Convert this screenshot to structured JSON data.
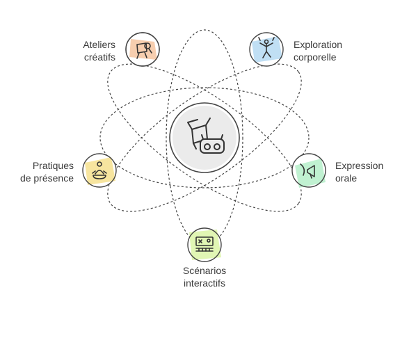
{
  "diagram": {
    "center": {
      "icon": "box-and-vr-headset-icon"
    },
    "nodes": [
      {
        "id": "ateliers",
        "label": "Ateliers\ncréatifs",
        "icon": "palette-easel-icon",
        "color": "#f6c9a6"
      },
      {
        "id": "exploration",
        "label": "Exploration\ncorporelle",
        "icon": "dancing-figure-icon",
        "color": "#b9dcf3"
      },
      {
        "id": "pratiques",
        "label": "Pratiques\nde présence",
        "icon": "meditation-icon",
        "color": "#f7e49a"
      },
      {
        "id": "expression",
        "label": "Expression\norale",
        "icon": "speaker-megaphone-icon",
        "color": "#bdf0cf"
      },
      {
        "id": "scenarios",
        "label": "Scénarios\ninteractifs",
        "icon": "interactive-board-icon",
        "color": "#dff5b0"
      }
    ]
  }
}
